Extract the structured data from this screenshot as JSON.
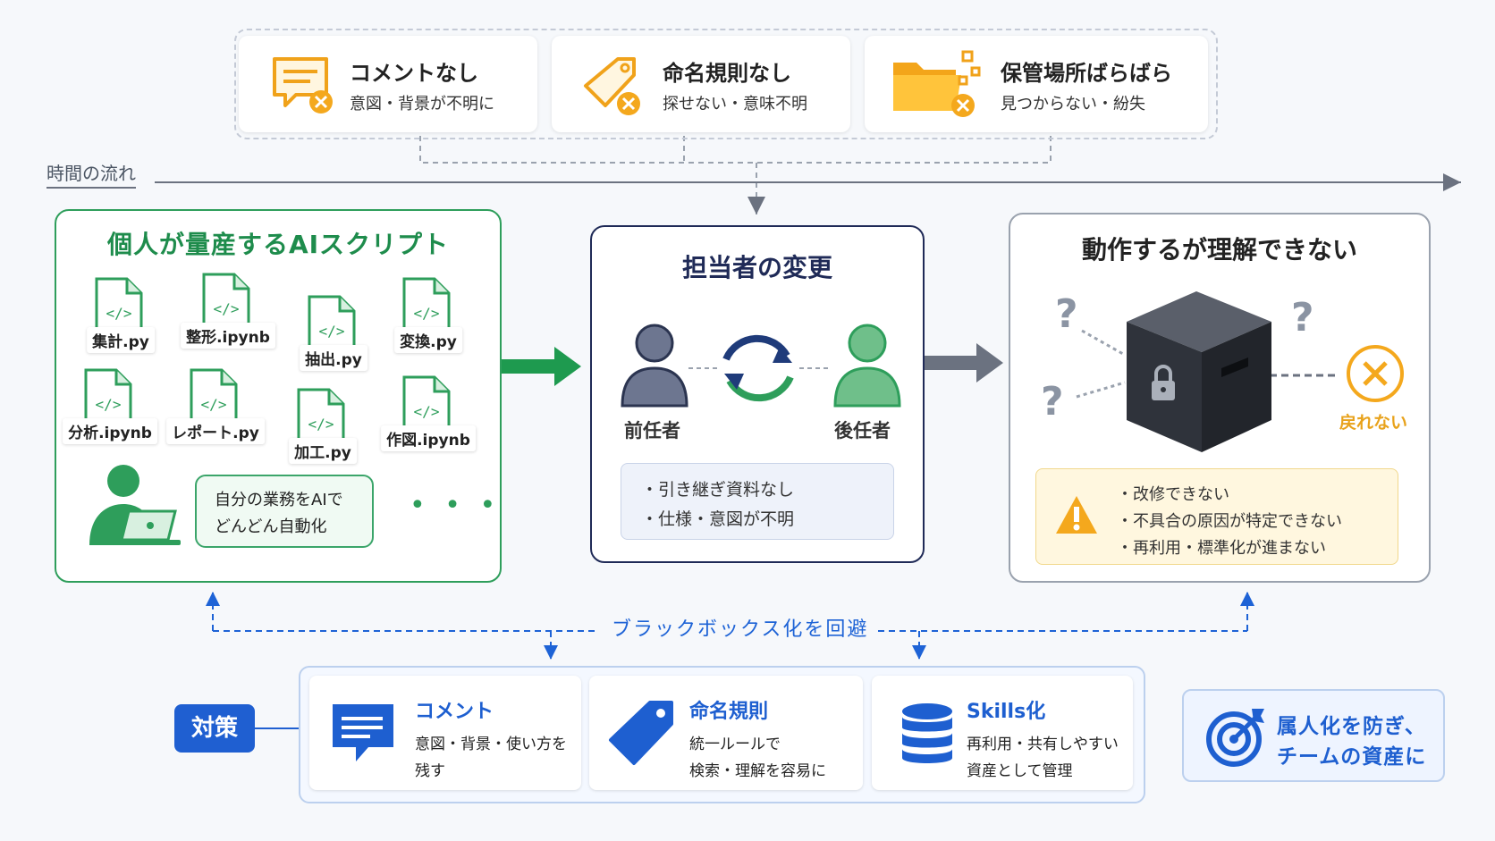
{
  "problems": [
    {
      "title": "コメントなし",
      "subtitle": "意図・背景が不明に",
      "icon": "comment-x-icon"
    },
    {
      "title": "命名規則なし",
      "subtitle": "探せない・意味不明",
      "icon": "tag-x-icon"
    },
    {
      "title": "保管場所ばらばら",
      "subtitle": "見つからない・紛失",
      "icon": "folder-x-icon"
    }
  ],
  "timeline": {
    "label": "時間の流れ"
  },
  "individual": {
    "title": "個人が量産するAIスクリプト",
    "files": [
      "集計.py",
      "整形.ipynb",
      "抽出.py",
      "変換.py",
      "分析.ipynb",
      "レポート.py",
      "加工.py",
      "作図.ipynb"
    ],
    "bubble": [
      "自分の業務をAIで",
      "どんどん自動化"
    ],
    "more": "• • •"
  },
  "handover": {
    "title": "担当者の変更",
    "predecessor": "前任者",
    "successor": "後任者",
    "items": [
      "・引き継ぎ資料なし",
      "・仕様・意図が不明"
    ]
  },
  "result": {
    "title": "動作するが理解できない",
    "question": "?",
    "no_return": "戻れない",
    "items": [
      "・改修できない",
      "・不具合の原因が特定できない",
      "・再利用・標準化が進まない"
    ]
  },
  "blackbox_label": "ブラックボックス化を回避",
  "measures": {
    "label": "対策",
    "items": [
      {
        "title": "コメント",
        "lines": [
          "意図・背景・使い方を",
          "残す"
        ],
        "icon": "comment-icon"
      },
      {
        "title": "命名規則",
        "lines": [
          "統一ルールで",
          "検索・理解を容易に"
        ],
        "icon": "tag-icon"
      },
      {
        "title": "Skills化",
        "lines": [
          "再利用・共有しやすい",
          "資産として管理"
        ],
        "icon": "database-icon"
      }
    ]
  },
  "goal": {
    "lines": [
      "属人化を防ぎ、",
      "チームの資産に"
    ],
    "icon": "target-icon"
  },
  "colors": {
    "green": "#2e9e5b",
    "navy": "#1f2a57",
    "blue": "#1e5fd0",
    "orange": "#f4a81d",
    "gray": "#6b7280"
  }
}
